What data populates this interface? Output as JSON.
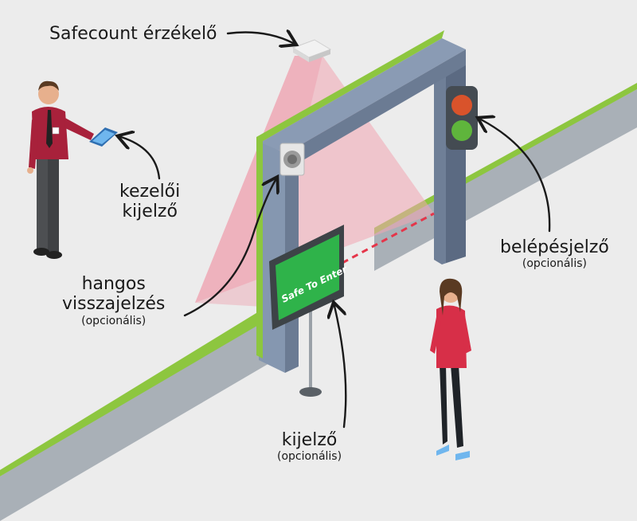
{
  "labels": {
    "sensor": "Safecount érzékelő",
    "operator_line1": "kezelői",
    "operator_line2": "kijelző",
    "sound_line1": "hangos",
    "sound_line2": "visszajelzés",
    "sound_optional": "(opcionális)",
    "entry_light": "belépésjelző",
    "entry_optional": "(opcionális)",
    "display": "kijelző",
    "display_optional": "(opcionális)"
  },
  "sign": {
    "text": "Safe To Enter"
  },
  "colors": {
    "background": "#ececec",
    "floor_green": "#8dc63f",
    "frame_blue": "#7d8fa8",
    "sensor_cone": "#f3a6b3",
    "sign_green": "#2fb34a",
    "light_red": "#d9532b",
    "light_green": "#5fb53c",
    "laser_red": "#e5354a"
  }
}
